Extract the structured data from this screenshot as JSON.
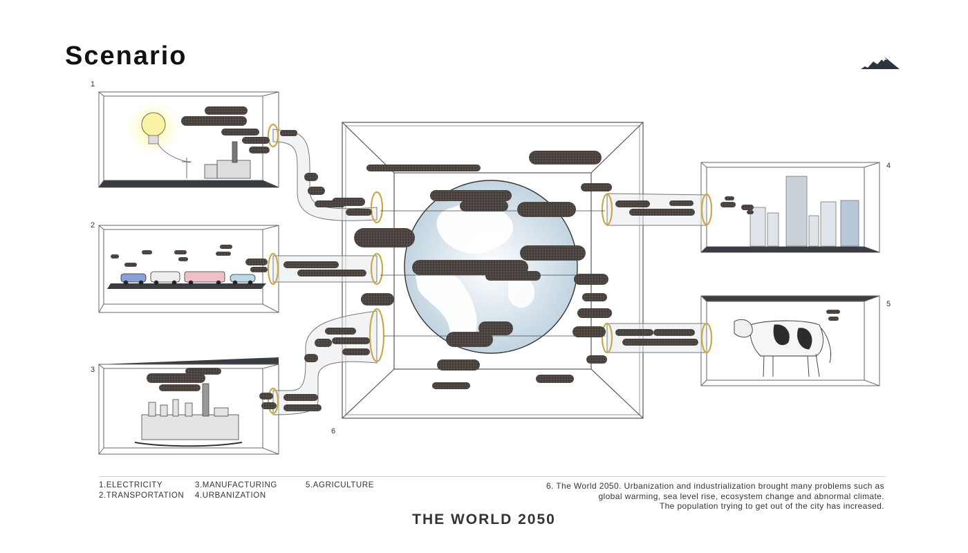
{
  "page": {
    "title": "Scenario",
    "footer_title": "THE WORLD 2050"
  },
  "numbers": {
    "n1": "1",
    "n2": "2",
    "n3": "3",
    "n4": "4",
    "n5": "5",
    "n6": "6"
  },
  "legend": {
    "col1": [
      "1.ELECTRICITY",
      "2.TRANSPORTATION"
    ],
    "col2": [
      "3.MANUFACTURING",
      "4.URBANIZATION"
    ],
    "col3": [
      "5.AGRICULTURE"
    ]
  },
  "description": [
    "6. The World 2050. Urbanization and industrialization brought many problems such as",
    "global warming, sea level rise, ecosystem change and abnormal climate.",
    "The population trying to get out of the city has increased."
  ],
  "colors": {
    "smoke": "#4a4340",
    "ocean": "#c9d8e3",
    "land": "#ffffff",
    "line": "#555555",
    "floor": "#3a3d42",
    "ring": "#c9a94a",
    "logo": "#2e3340",
    "bulb_glow": "#f3e56a"
  },
  "icons": [
    "mountain-logo-icon",
    "lightbulb-icon",
    "power-plant-icon",
    "car-icon",
    "factory-icon",
    "skyscraper-icon",
    "cow-icon",
    "globe-icon"
  ]
}
